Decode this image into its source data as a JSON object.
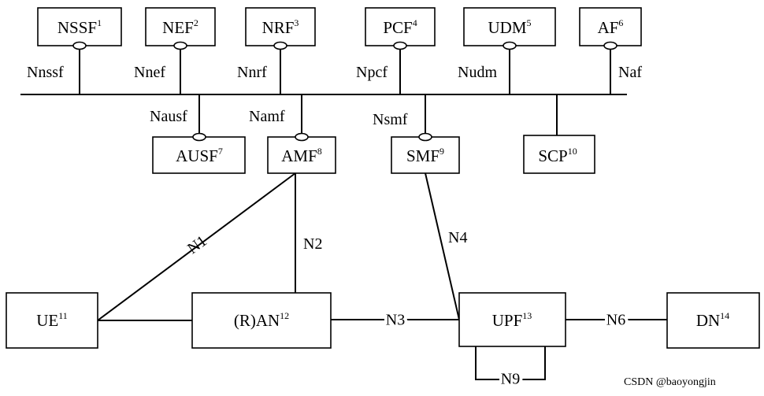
{
  "nodes": {
    "nssf": {
      "label": "NSSF",
      "sup": "1",
      "iface": "Nnssf"
    },
    "nef": {
      "label": "NEF",
      "sup": "2",
      "iface": "Nnef"
    },
    "nrf": {
      "label": "NRF",
      "sup": "3",
      "iface": "Nnrf"
    },
    "pcf": {
      "label": "PCF",
      "sup": "4",
      "iface": "Npcf"
    },
    "udm": {
      "label": "UDM",
      "sup": "5",
      "iface": "Nudm"
    },
    "af": {
      "label": "AF",
      "sup": "6",
      "iface": "Naf"
    },
    "ausf": {
      "label": "AUSF",
      "sup": "7",
      "iface": "Nausf"
    },
    "amf": {
      "label": "AMF",
      "sup": "8",
      "iface": "Namf"
    },
    "smf": {
      "label": "SMF",
      "sup": "9",
      "iface": "Nsmf"
    },
    "scp": {
      "label": "SCP",
      "sup": "10"
    },
    "ue": {
      "label": "UE",
      "sup": "11"
    },
    "ran": {
      "label": "(R)AN",
      "sup": "12"
    },
    "upf": {
      "label": "UPF",
      "sup": "13"
    },
    "dn": {
      "label": "DN",
      "sup": "14"
    }
  },
  "links": {
    "n1": "N1",
    "n2": "N2",
    "n3": "N3",
    "n4": "N4",
    "n6": "N6",
    "n9": "N9"
  },
  "watermark": "CSDN @baoyongjin"
}
